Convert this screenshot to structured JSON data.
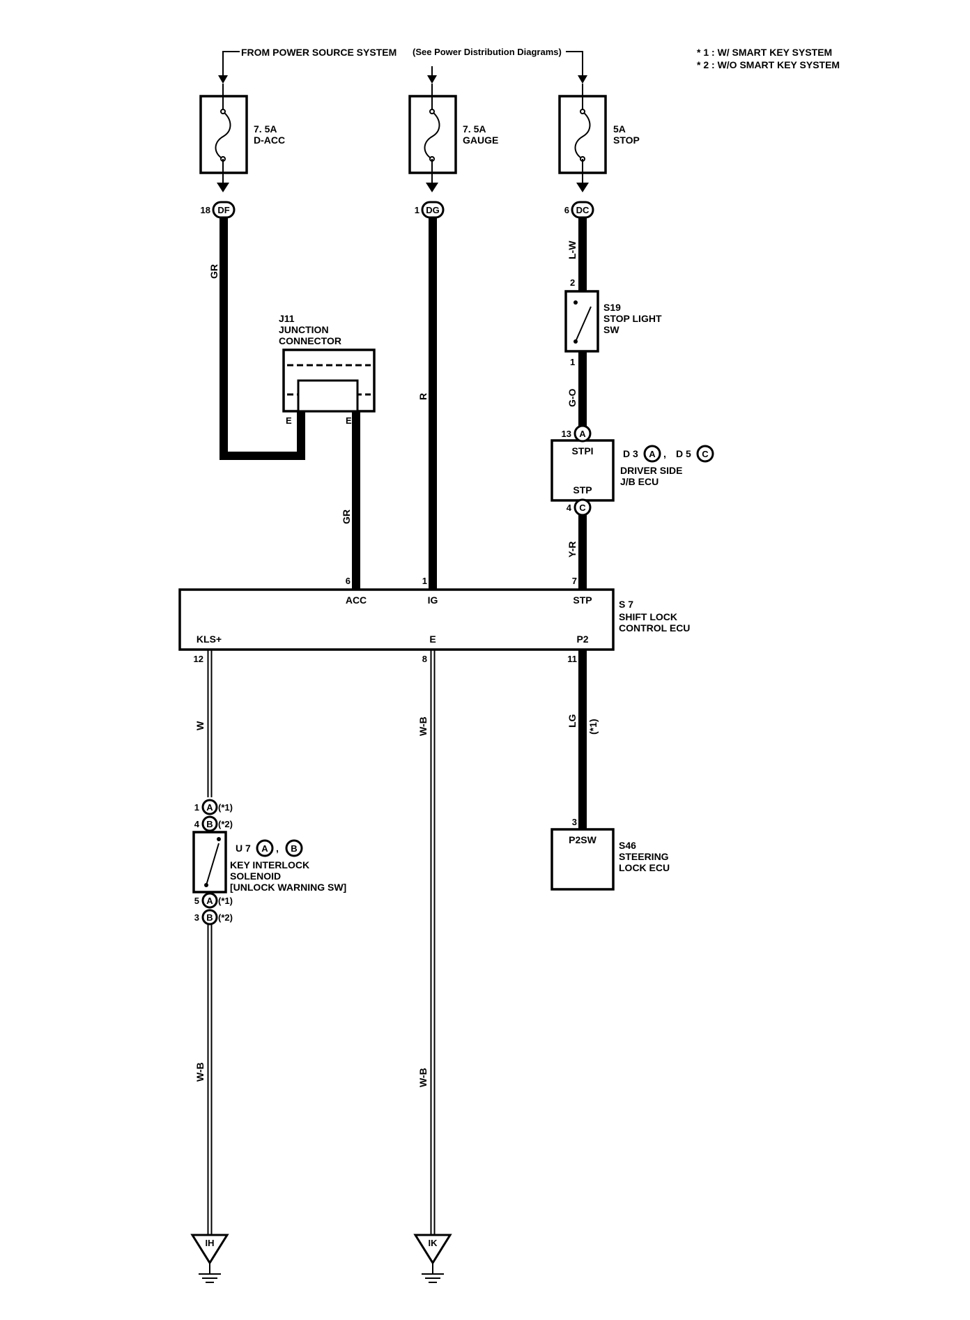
{
  "header": {
    "power_source": "FROM POWER SOURCE SYSTEM",
    "power_note": "(See Power Distribution Diagrams)"
  },
  "notes": {
    "n1": "* 1 : W/ SMART KEY SYSTEM",
    "n2": "* 2 : W/O SMART KEY SYSTEM"
  },
  "fuses": {
    "dacc": {
      "rating": "7. 5A",
      "name": "D-ACC",
      "pin": "18",
      "connector": "DF"
    },
    "gauge": {
      "rating": "7. 5A",
      "name": "GAUGE",
      "pin": "1",
      "connector": "DG"
    },
    "stop": {
      "rating": "5A",
      "name": "STOP",
      "pin": "6",
      "connector": "DC"
    }
  },
  "wires": {
    "gr_top": "GR",
    "gr_mid": "GR",
    "r": "R",
    "lw": "L-W",
    "go": "G-O",
    "yr": "Y-R",
    "w": "W",
    "wb_mid": "W-B",
    "wb_left": "W-B",
    "wb_center_low": "W-B",
    "lg": "LG",
    "lg_note": "(*1)"
  },
  "j11": {
    "id": "J11",
    "name1": "JUNCTION",
    "name2": "CONNECTOR",
    "pin_left": "E",
    "pin_right": "E"
  },
  "s19": {
    "id": "S19",
    "name1": "STOP LIGHT",
    "name2": "SW",
    "pin_top": "2",
    "pin_bottom": "1"
  },
  "jb_ecu": {
    "id1": "D 3",
    "conn1": "A",
    "sep": ",",
    "id2": "D 5",
    "conn2": "C",
    "name1": "DRIVER SIDE",
    "name2": "J/B ECU",
    "term_top": "STPI",
    "term_bottom": "STP",
    "pin_top": "13",
    "conn_top": "A",
    "pin_bottom": "4",
    "conn_bottom": "C"
  },
  "s7": {
    "id": "S 7",
    "name1": "SHIFT LOCK",
    "name2": "CONTROL ECU",
    "acc": "ACC",
    "ig": "IG",
    "stp": "STP",
    "kls": "KLS+",
    "e": "E",
    "p2": "P2",
    "pin_acc": "6",
    "pin_ig": "1",
    "pin_stp": "7",
    "pin_kls": "12",
    "pin_e": "8",
    "pin_p2": "11"
  },
  "u7": {
    "id": "U 7",
    "conn1": "A",
    "sep": ",",
    "conn2": "B",
    "name1": "KEY INTERLOCK",
    "name2": "SOLENOID",
    "name3": "[UNLOCK WARNING SW]",
    "pin_a_top": "1",
    "conn_a_top": "A",
    "note_a_top": "(*1)",
    "pin_b_top": "4",
    "conn_b_top": "B",
    "note_b_top": "(*2)",
    "pin_a_bot": "5",
    "conn_a_bot": "A",
    "note_a_bot": "(*1)",
    "pin_b_bot": "3",
    "conn_b_bot": "B",
    "note_b_bot": "(*2)"
  },
  "s46": {
    "id": "S46",
    "name1": "STEERING",
    "name2": "LOCK ECU",
    "term": "P2SW",
    "pin": "3"
  },
  "grounds": {
    "left": "IH",
    "center": "IK"
  }
}
